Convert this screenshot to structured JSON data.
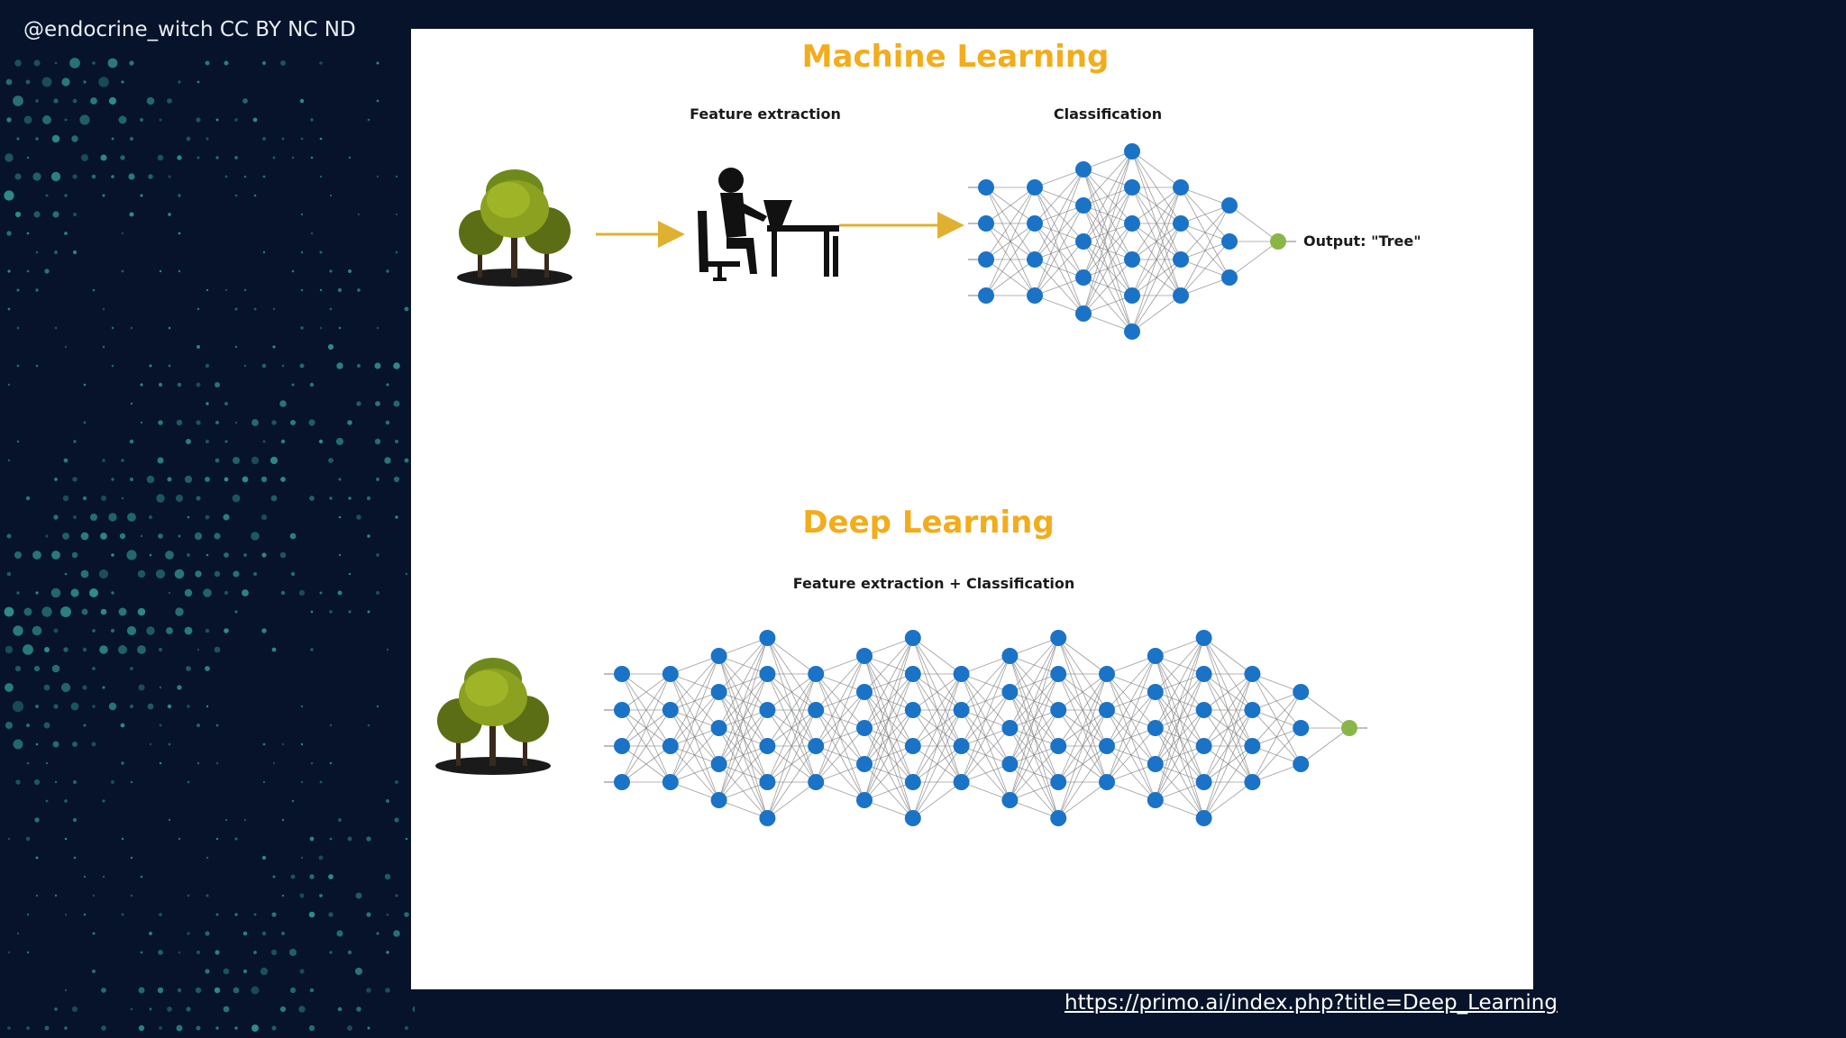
{
  "credit": "@endocrine_witch CC BY NC ND",
  "source_link": "https://primo.ai/index.php?title=Deep_Learning",
  "machine_learning": {
    "title": "Machine Learning",
    "feature_extraction_label": "Feature extraction",
    "classification_label": "Classification",
    "output_label": "Output: \"Tree\""
  },
  "deep_learning": {
    "title": "Deep Learning",
    "combined_label": "Feature extraction + Classification"
  },
  "networks": {
    "machine_learning_layers": [
      4,
      4,
      5,
      6,
      4,
      3,
      1
    ],
    "deep_learning_layers": [
      4,
      4,
      5,
      6,
      4,
      5,
      6,
      4,
      5,
      6,
      4,
      5,
      6,
      4,
      3,
      1
    ]
  },
  "colors": {
    "title": "#f2ac1c",
    "node": "#1a73c6",
    "output_node": "#8ab648",
    "arrow": "#e0b030",
    "edge": "#7d7d7d",
    "background": "#06132a",
    "dots": "#2f8c8c"
  },
  "icons": [
    "tree-icon",
    "person-at-desk-icon",
    "arrow-icon"
  ]
}
